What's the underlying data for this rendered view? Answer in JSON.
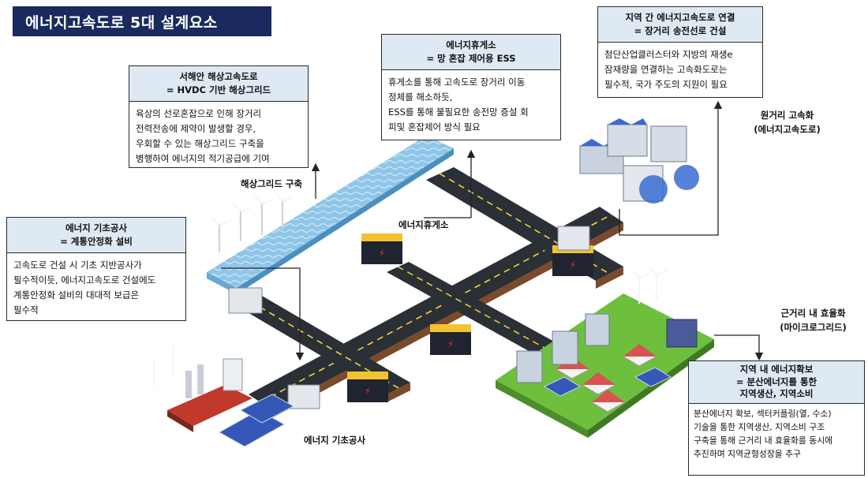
{
  "title": "에너지고속도로 5대 설계요소",
  "boxes": {
    "offshore": {
      "header_line1": "서해안 해상고속도로",
      "header_line2": "= HVDC 기반 해상그리드",
      "body": "육상의 선로혼잡으로 인해 장거리\n전력전송에 제약이 발생할 경우,\n우회할 수 있는 해상그리드 구축을\n병행하여 에너지의 적기공급에 기여"
    },
    "ess": {
      "header_line1": "에너지휴게소",
      "header_line2": "= 망 혼잡 제어용 ESS",
      "body": "휴게소를 통해 고속도로 장거리 이동\n정체를 해소하듯,\nESS를 통해 불필요한 송전망 증설 회\n피및 혼잡제어 방식 필요"
    },
    "interregional": {
      "header_line1": "지역 간 에너지고속도로 연결",
      "header_line2": "= 장거리 송전선로 건설",
      "body": "첨단산업클러스터와 지방의 재생e\n잠재량을 연결하는 고속화도로는\n필수적, 국가 주도의 지원이 필요"
    },
    "foundation": {
      "header_line1": "에너지 기초공사",
      "header_line2": "= 계통안정화 설비",
      "body": "고속도로 건설 시 기초 지반공사가\n필수적이듯, 에너지고속도로 건설에도\n계통안정화 설비의 대대적 보급은\n필수적"
    },
    "local": {
      "header_line1": "지역 내 에너지확보",
      "header_line2": "= 분산에너지를 통한",
      "header_line3": "지역생산, 지역소비",
      "body": "분산에너지 확보, 섹터커플링(열, 수소)\n기술을 통한 지역생산, 지역소비 구조\n구축을 통해 근거리 내 효율화를 동시에\n추진하며 지역균형성장을 추구"
    }
  },
  "labels": {
    "offshore_grid": "해상그리드 구축",
    "ess_rest": "에너지휴게소",
    "long_distance": "원거리 고속화\n(에너지고속도로)",
    "near_efficiency": "근거리 내 효율화\n(마이크로그리드)",
    "foundation_work": "에너지 기초공사"
  },
  "icons": [
    "wind-turbine-icon",
    "battery-ess-icon",
    "factory-icon",
    "solar-panel-icon",
    "house-icon",
    "building-icon",
    "transformer-icon",
    "power-plant-icon"
  ],
  "colors": {
    "banner": "#1b2a5e",
    "header_fill": "#dfe9f3",
    "road": "#2b2f36",
    "road_line": "#f2d43a",
    "sea": "#8fc6e8",
    "grass": "#6fbf3f",
    "arrow": "#222222"
  }
}
